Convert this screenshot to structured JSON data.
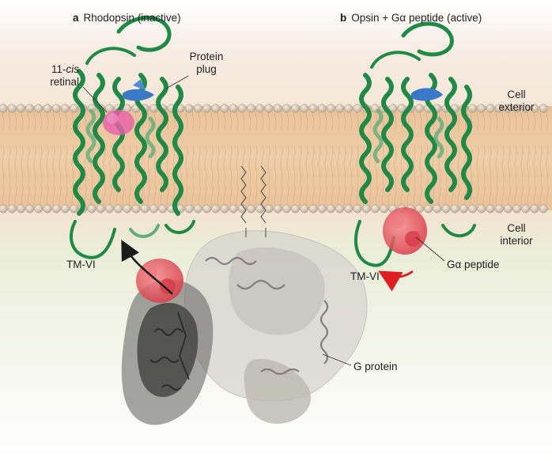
{
  "panels": {
    "a": {
      "letter": "a",
      "title": "Rhodopsin (inactive)"
    },
    "b": {
      "letter": "b",
      "title": "Opsin + Gα peptide (active)"
    }
  },
  "labels": {
    "retinal_line1": "11-",
    "retinal_cis": "cis",
    "retinal_line2": "retinal",
    "plug_line1": "Protein",
    "plug_line2": "plug",
    "exterior_line1": "Cell",
    "exterior_line2": "exterior",
    "interior_line1": "Cell",
    "interior_line2": "interior",
    "tm_vi_a": "TM-VI",
    "tm_vi_b": "TM-VI",
    "g_alpha_peptide": "Gα peptide",
    "g_protein": "G protein"
  },
  "colors": {
    "background_top": "#f3e6d9",
    "background_bottom": "#e7ecd9",
    "membrane_core": "#e6b98c",
    "lipid_head": "#cdbfae",
    "helix_green": "#1e8a45",
    "helix_green_light": "#5fae7c",
    "retinal_pink": "#e85fa8",
    "plug_blue": "#3a78c8",
    "peptide_red": "#e2454f",
    "g_protein_dark": "#3a3a3a",
    "g_protein_light": "#c9c6c0",
    "arrow_black": "#1a1a1a",
    "arrow_red": "#e02020"
  }
}
